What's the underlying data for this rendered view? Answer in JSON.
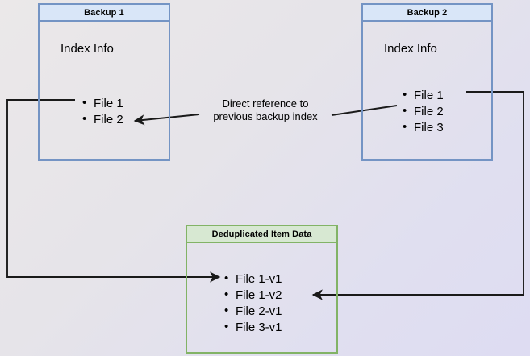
{
  "diagram": {
    "title": "Backup deduplication index reference diagram",
    "background": {
      "from": "#ebe8e9",
      "to": "#dedcf2"
    },
    "colors": {
      "blue_border": "#7494c4",
      "blue_header": "#d9e6f8",
      "green_border": "#82b366",
      "green_header": "#d7e8d2",
      "edge": "#1a1a1a"
    }
  },
  "boxes": {
    "backup1": {
      "header": "Backup 1",
      "section_label": "Index Info",
      "files": [
        "File 1",
        "File 2"
      ]
    },
    "backup2": {
      "header": "Backup 2",
      "section_label": "Index Info",
      "files": [
        "File 1",
        "File 2",
        "File 3"
      ]
    },
    "dedup": {
      "header": "Deduplicated Item Data",
      "files": [
        "File 1-v1",
        "File 1-v2",
        "File 2-v1",
        "File 3-v1"
      ]
    }
  },
  "annotations": {
    "direct_reference": {
      "line1": "Direct reference to",
      "line2": "previous backup index"
    }
  },
  "edges": [
    {
      "name": "backup2-file2-to-backup1-file2",
      "from": "Backup 2 / File 2",
      "to": "Backup 1 / File 2",
      "label": "Direct reference to previous backup index",
      "arrowhead": "to"
    },
    {
      "name": "backup1-file1-to-dedup-file1v1",
      "from": "Backup 1 / File 1",
      "to": "Deduplicated Item Data / File 1-v1",
      "arrowhead": "to"
    },
    {
      "name": "backup2-file1-to-dedup-file1v2",
      "from": "Backup 2 / File 1",
      "to": "Deduplicated Item Data / File 1-v2",
      "arrowhead": "to"
    }
  ]
}
